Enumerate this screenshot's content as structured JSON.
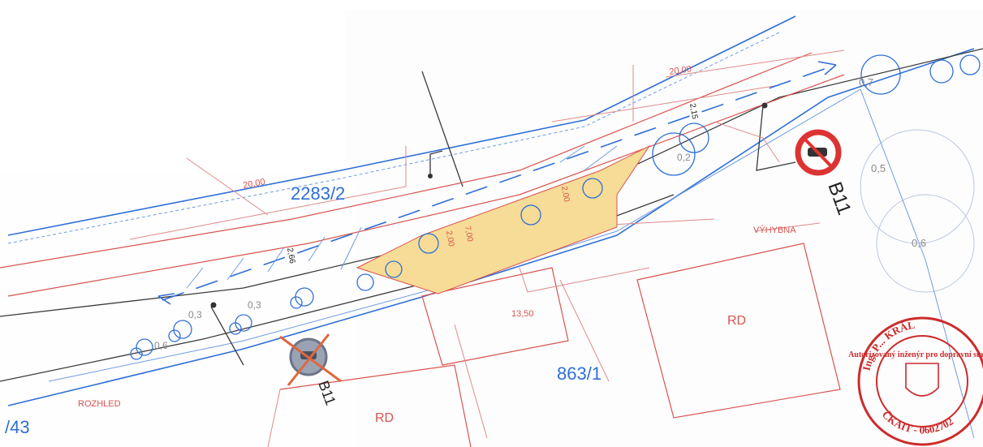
{
  "parcels": {
    "north": "2283/2",
    "south": "863/1",
    "left_edge": "/43"
  },
  "buildings": {
    "rd_center": "RD",
    "rd_right": "RD"
  },
  "labels": {
    "vyhybna": "VÝHYBNA",
    "rozhled": "ROZHLED"
  },
  "dimensions": {
    "top_20": "20,00",
    "left_20": "20,00",
    "d_2_15": "2,15",
    "d_2_66": "2,66",
    "d_2_00_a": "2,00",
    "d_2_00_b": "2,00",
    "d_7_00": "7,00",
    "d_13_50": "13,50"
  },
  "visibility_values": {
    "v_0_7": "0,7",
    "v_0_5": "0,5",
    "v_0_6": "0,6",
    "v_0_2": "0,2",
    "v_0_3_a": "0,3",
    "v_0_3_b": "0,3",
    "v_0_6_left": "0,6"
  },
  "signs": {
    "new_sign": "B11",
    "removed_sign": "B11"
  },
  "stamp": {
    "name": "Ing. P... KRÁL",
    "role": "Autorizovaný inženýr pro dopravní stavby",
    "id": "ČKAIT - 0602702"
  },
  "colors": {
    "road_edge": "#2f6fd6",
    "boundary": "#d9534f",
    "widening_fill": "#f6dc96",
    "stamp": "#cc2b2b"
  }
}
